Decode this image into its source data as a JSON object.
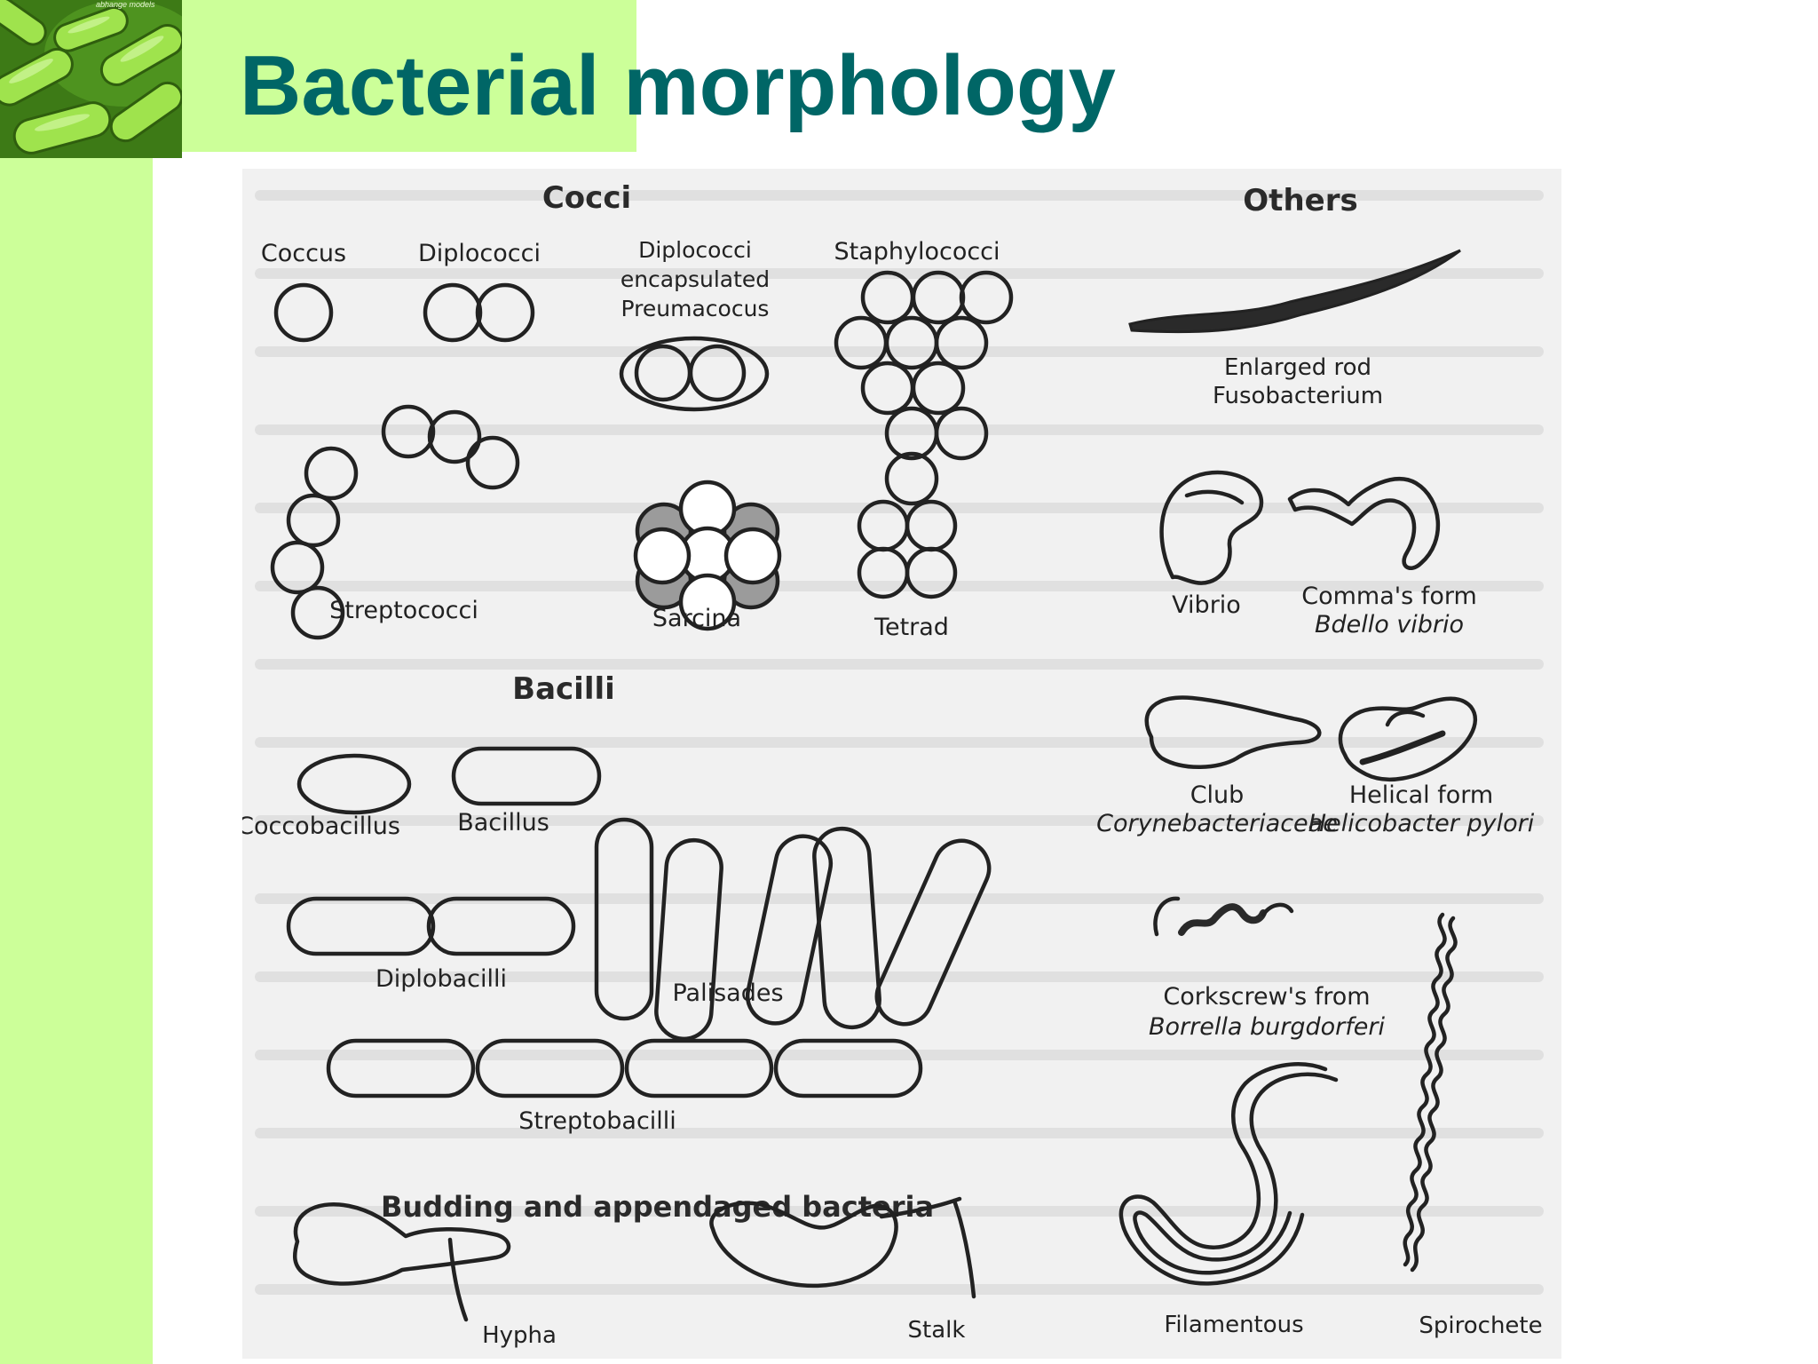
{
  "slide": {
    "title_part1": "Bacterial",
    "title_part2": "morphology",
    "thumbnail_caption": "abhange models"
  },
  "colors": {
    "accent_green": "#ccff99",
    "title_teal": "#006666"
  },
  "figure": {
    "sections": {
      "cocci": "Cocci",
      "bacilli": "Bacilli",
      "others": "Others",
      "budding": "Budding and appendaged bacteria"
    },
    "labels": {
      "coccus": "Coccus",
      "diplococci": "Diplococci",
      "diplococci_encapsulated_1": "Diplococci",
      "diplococci_encapsulated_2": "encapsulated",
      "diplococci_encapsulated_3": "Preumacocus",
      "staphylococci": "Staphylococci",
      "streptococci": "Streptococci",
      "sarcina": "Sarcina",
      "tetrad": "Tetrad",
      "coccobacillus": "Coccobacillus",
      "bacillus": "Bacillus",
      "diplobacilli": "Diplobacilli",
      "palisades": "Palisades",
      "streptobacilli": "Streptobacilli",
      "hypha": "Hypha",
      "stalk": "Stalk",
      "enlarged_rod_1": "Enlarged rod",
      "enlarged_rod_2": "Fusobacterium",
      "vibrio": "Vibrio",
      "commas_form_1": "Comma's form",
      "commas_form_2": "Bdello vibrio",
      "club_1": "Club",
      "club_2": "Corynebacteriaceae",
      "helical_1": "Helical form",
      "helical_2": "Helicobacter pylori",
      "corkscrew_1": "Corkscrew's from",
      "corkscrew_2": "Borrella burgdorferi",
      "filamentous": "Filamentous",
      "spirochete": "Spirochete"
    }
  }
}
